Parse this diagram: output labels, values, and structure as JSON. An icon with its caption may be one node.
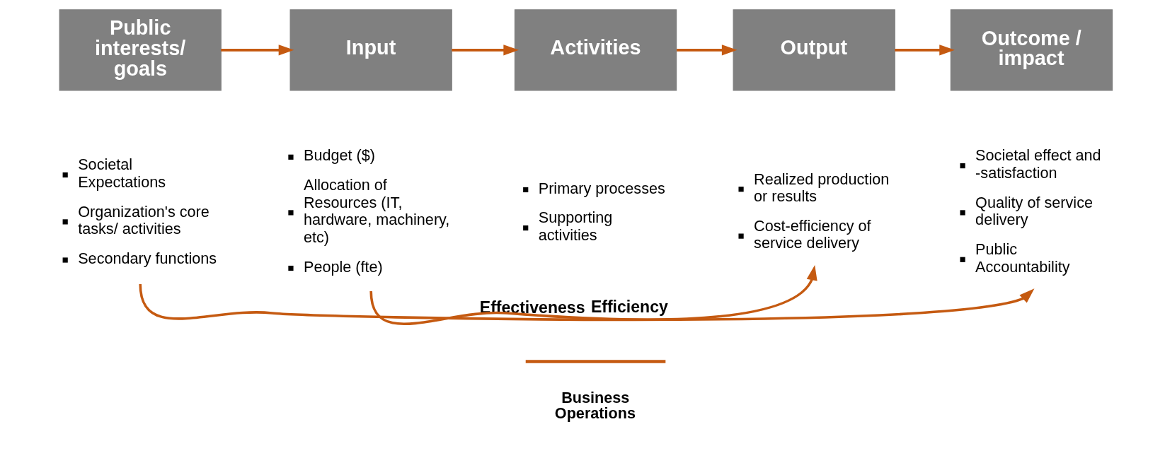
{
  "diagram": {
    "nodes": [
      {
        "text": [
          "Public interests/ goals"
        ]
      },
      {
        "text": [
          "Input"
        ]
      },
      {
        "text": [
          "Activities"
        ]
      },
      {
        "text": [
          "Output"
        ]
      },
      {
        "text": [
          "Outcome / impact"
        ]
      },
      {
        "text": [
          "Societal Expectations",
          "Organization's core tasks/ activities",
          "Secondary functions"
        ]
      },
      {
        "text": [
          "Budget ($)",
          "Allocation of Resources (IT, hardware, machinery, etc)",
          "People (fte)"
        ]
      },
      {
        "text": [
          "Primary processes",
          "Supporting activities"
        ]
      },
      {
        "text": [
          "Realized production or results",
          "Cost-efficiency of service delivery"
        ]
      },
      {
        "text": [
          "Societal effect and -satisfaction",
          "Quality of service delivery",
          "Public Accountability"
        ]
      }
    ],
    "edges": [
      {
        "from": 0,
        "to": 1,
        "arrow": "to"
      },
      {
        "from": 1,
        "to": 2,
        "arrow": "to"
      },
      {
        "from": 2,
        "to": 3,
        "arrow": "to"
      },
      {
        "from": 3,
        "to": 4,
        "arrow": "to"
      },
      {
        "from": 6,
        "to": 8,
        "arrow": "to",
        "label": "Efficiency"
      },
      {
        "from": 5,
        "to": 9,
        "arrow": "to",
        "label": "Effectiveness"
      }
    ],
    "labels": [
      "Business Operations"
    ]
  }
}
